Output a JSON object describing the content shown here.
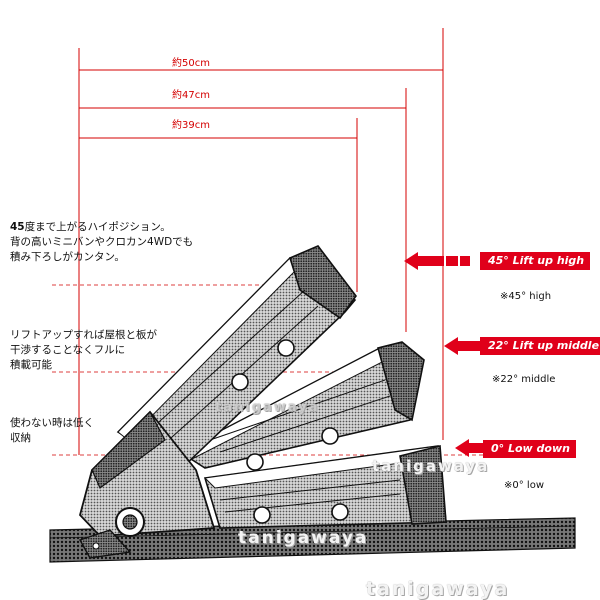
{
  "dimensions": [
    {
      "label": "約50cm"
    },
    {
      "label": "約47cm"
    },
    {
      "label": "約39cm"
    }
  ],
  "notes": [
    {
      "lead": "45",
      "text_lines": [
        "度まで上がるハイポジション。",
        "背の高いミニバンやクロカン4WDでも",
        "積み下ろしがカンタン。"
      ]
    },
    {
      "text_lines": [
        "リフトアップすれば屋根と板が",
        "干渉することなくフルに",
        "積載可能"
      ]
    },
    {
      "text_lines": [
        "使わない時は低く",
        "収納"
      ]
    }
  ],
  "positions": [
    {
      "badge": "45° Lift up high",
      "sub": "※45° high"
    },
    {
      "badge": "22° Lift up middle",
      "sub": "※22° middle"
    },
    {
      "badge": "0° Low down",
      "sub": "※0° low"
    }
  ],
  "watermark": "tanigawaya",
  "colors": {
    "accent": "#e0001a",
    "dimension_line": "#d40000",
    "ink": "#111111",
    "dot_fill": "#9a9a9a"
  }
}
